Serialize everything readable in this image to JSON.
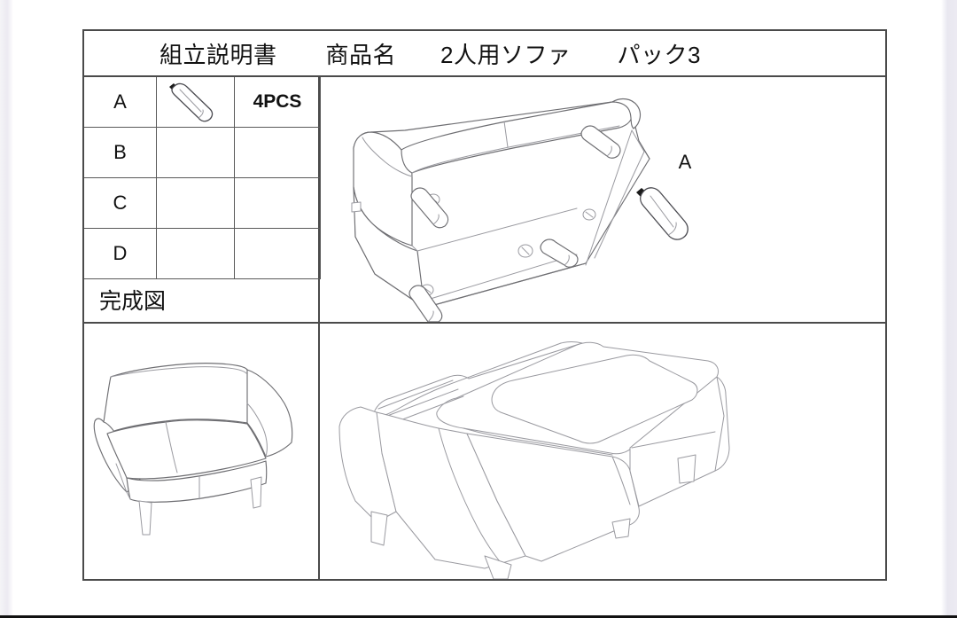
{
  "document": {
    "type": "assembly-instruction-sheet",
    "header": {
      "title": "組立説明書",
      "product_label": "商品名",
      "product_name": "2人用ソファ",
      "pack": "パック3"
    },
    "parts_table": {
      "rows": [
        {
          "label": "A",
          "icon": "sofa-leg-icon",
          "qty": "4PCS"
        },
        {
          "label": "B",
          "icon": "",
          "qty": ""
        },
        {
          "label": "C",
          "icon": "",
          "qty": ""
        },
        {
          "label": "D",
          "icon": "",
          "qty": ""
        }
      ]
    },
    "finished_view": {
      "label": "完成図",
      "figure": "two-seat-sofa-front-three-quarter-view"
    },
    "panels": {
      "top": {
        "figure": "sofa-upside-down-with-legs-attaching",
        "callout": "A",
        "callout_part": "sofa-leg-icon"
      },
      "bottom": {
        "figure": "assembled-sofa-rear-top-view"
      }
    },
    "colors": {
      "frame": "#4a4a4a",
      "grid": "#595959",
      "line_art": "#6e6e72",
      "text": "#111111",
      "paper": "#ffffff",
      "page_edge": "#eceaf1"
    }
  }
}
